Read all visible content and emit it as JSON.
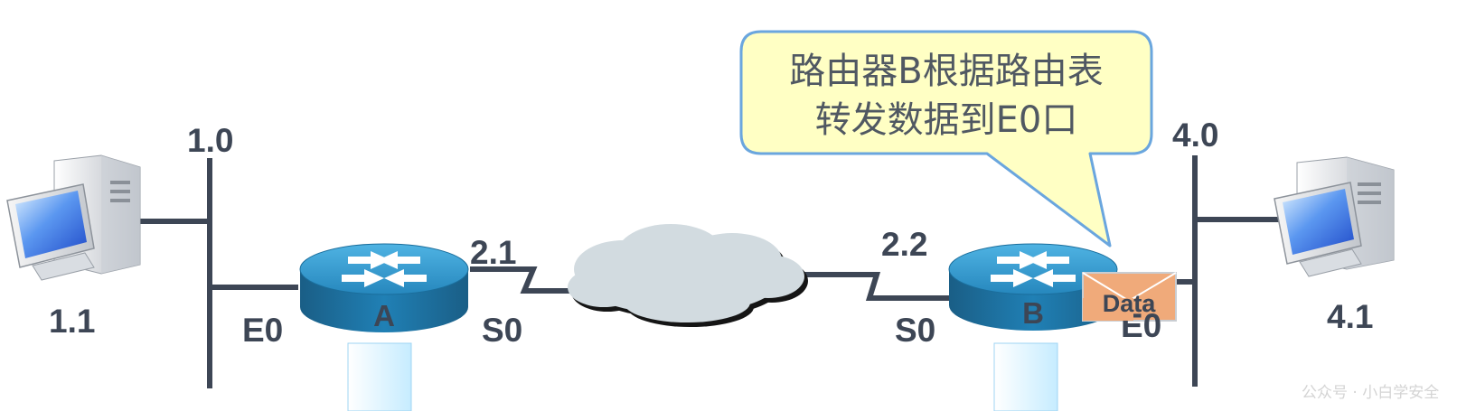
{
  "callout": {
    "line1": "路由器B根据路由表",
    "line2": "转发数据到E0口"
  },
  "segments": {
    "left_network": "1.0",
    "right_network": "4.0"
  },
  "hosts": {
    "left": "1.1",
    "right": "4.1"
  },
  "router_a": {
    "name": "A",
    "e0_label": "E0",
    "s0_label": "S0",
    "s0_address": "2.1"
  },
  "router_b": {
    "name": "B",
    "s0_label": "S0",
    "s0_address": "2.2",
    "e0_label": "E0"
  },
  "packet": {
    "label": "Data"
  },
  "watermark": "公众号 · 小白学安全",
  "colors": {
    "line": "#3d4655",
    "router_top": "#2e97cc",
    "router_side": "#1c6f9c",
    "callout_fill": "#ffffc4",
    "callout_border": "#6aa6de",
    "envelope": "#f0aa7a",
    "cloud": "#d2dbe0"
  }
}
